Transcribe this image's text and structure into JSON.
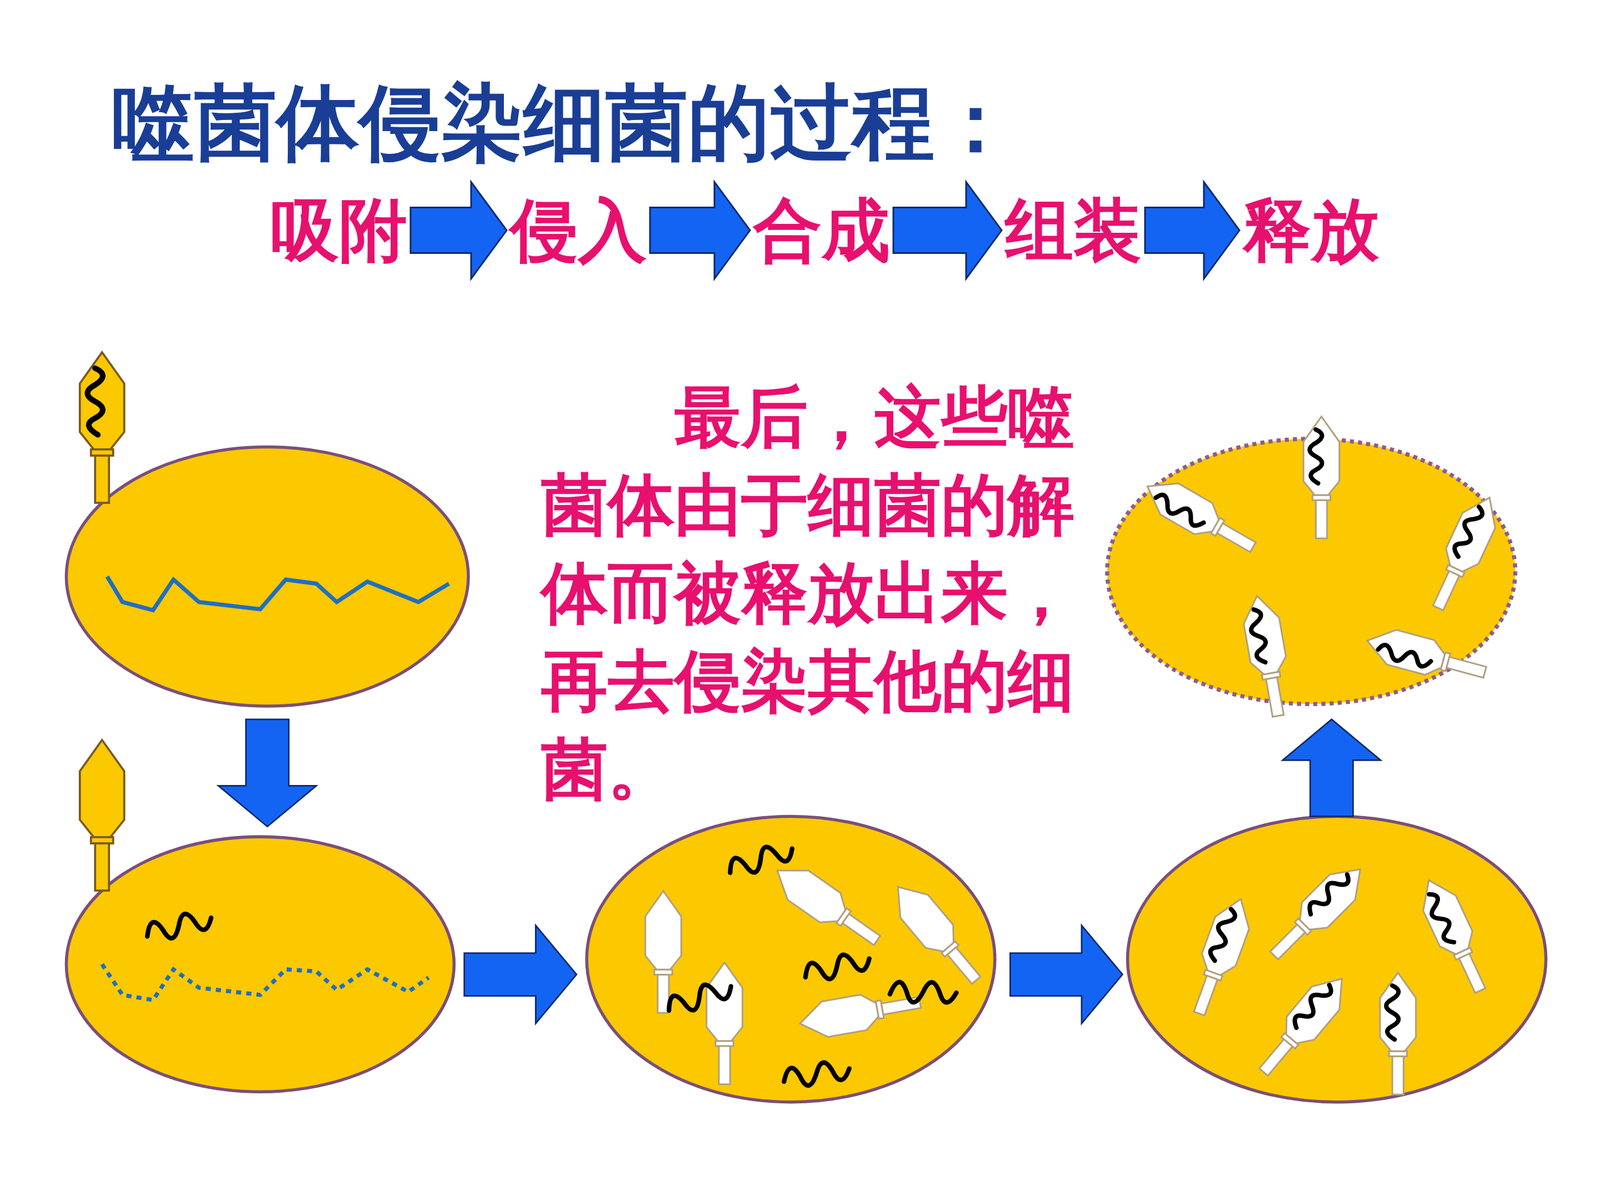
{
  "diagram": {
    "title": "噬菌体侵染细菌的过程：",
    "nodes": [
      {
        "text": [
          "吸附"
        ]
      },
      {
        "text": [
          "侵入"
        ]
      },
      {
        "text": [
          "合成"
        ]
      },
      {
        "text": [
          "组装"
        ]
      },
      {
        "text": [
          "释放"
        ]
      }
    ],
    "edges": [
      {
        "from": 0,
        "to": 1,
        "arrow": "to"
      },
      {
        "from": 1,
        "to": 2,
        "arrow": "to"
      },
      {
        "from": 2,
        "to": 3,
        "arrow": "to"
      },
      {
        "from": 3,
        "to": 4,
        "arrow": "to"
      }
    ],
    "labels": [
      "最后，这些噬菌体由于细菌的解体而被释放出来，再去侵染其他的细菌。"
    ]
  }
}
